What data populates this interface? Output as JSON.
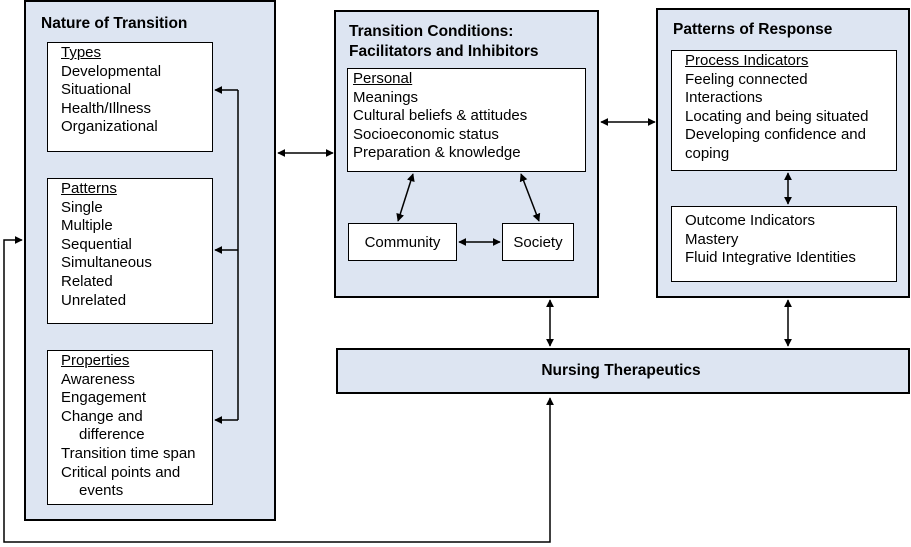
{
  "nature": {
    "title": "Nature of Transition",
    "types": {
      "header": "Types",
      "items": [
        "Developmental",
        "Situational",
        "Health/Illness",
        "Organizational"
      ]
    },
    "patterns": {
      "header": "Patterns",
      "items": [
        "Single",
        "Multiple",
        "Sequential",
        "Simultaneous",
        "Related",
        "Unrelated"
      ]
    },
    "properties": {
      "header": "Properties",
      "items": [
        "Awareness",
        "Engagement",
        "Change and",
        "difference",
        "Transition time span",
        "Critical points and",
        "events"
      ]
    }
  },
  "conditions": {
    "title_line1": "Transition Conditions:",
    "title_line2": "Facilitators and Inhibitors",
    "personal": {
      "header": "Personal",
      "items": [
        "Meanings",
        "Cultural beliefs & attitudes",
        "Socioeconomic status",
        "Preparation & knowledge"
      ]
    },
    "community": "Community",
    "society": "Society"
  },
  "response": {
    "title": "Patterns of Response",
    "process": {
      "header": "Process Indicators",
      "items": [
        "Feeling connected",
        "Interactions",
        "Locating and being situated",
        "Developing confidence and",
        "coping"
      ]
    },
    "outcome": {
      "items": [
        "Outcome Indicators",
        "Mastery",
        "Fluid Integrative Identities"
      ]
    }
  },
  "therapeutics": {
    "title": "Nursing Therapeutics"
  }
}
